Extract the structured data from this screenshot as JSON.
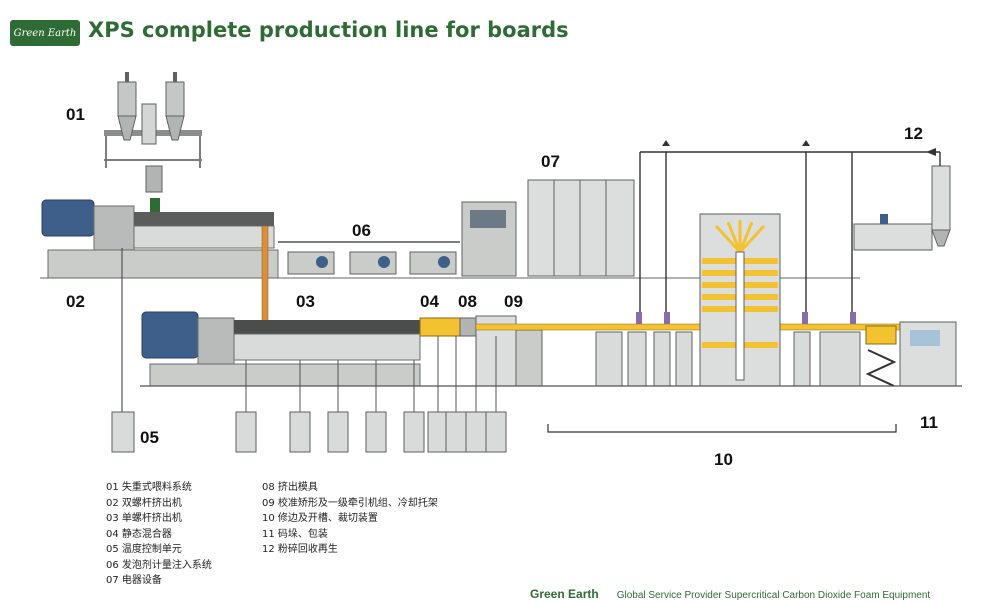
{
  "header": {
    "logo_text": "Green Earth",
    "title": "XPS complete production line for boards"
  },
  "labels": {
    "n01": "01",
    "n02": "02",
    "n03": "03",
    "n04": "04",
    "n05": "05",
    "n06": "06",
    "n07": "07",
    "n08": "08",
    "n09": "09",
    "n10": "10",
    "n11": "11",
    "n12": "12"
  },
  "legend_left": [
    "01 失重式喂料系统",
    "02 双螺杆挤出机",
    "03 单螺杆挤出机",
    "04 静态混合器",
    "05 温度控制单元",
    "06 发泡剂计量注入系统",
    "07 电器设备"
  ],
  "legend_right": [
    "08 挤出模具",
    "09 校准矫形及一级牵引机组、冷却托架",
    "10 修边及开槽、裁切装置",
    "11  码垛、包装",
    "12 粉碎回收再生"
  ],
  "footer": {
    "brand": "Green Earth",
    "tagline": "Global  Service Provider Supercritical Carbon Dioxide  Foam Equipment"
  },
  "colors": {
    "brand_green": "#2f6b35",
    "product_yellow": "#f2c230",
    "machine_gray": "#c9ccc8",
    "motor_blue": "#3d5f8a"
  }
}
